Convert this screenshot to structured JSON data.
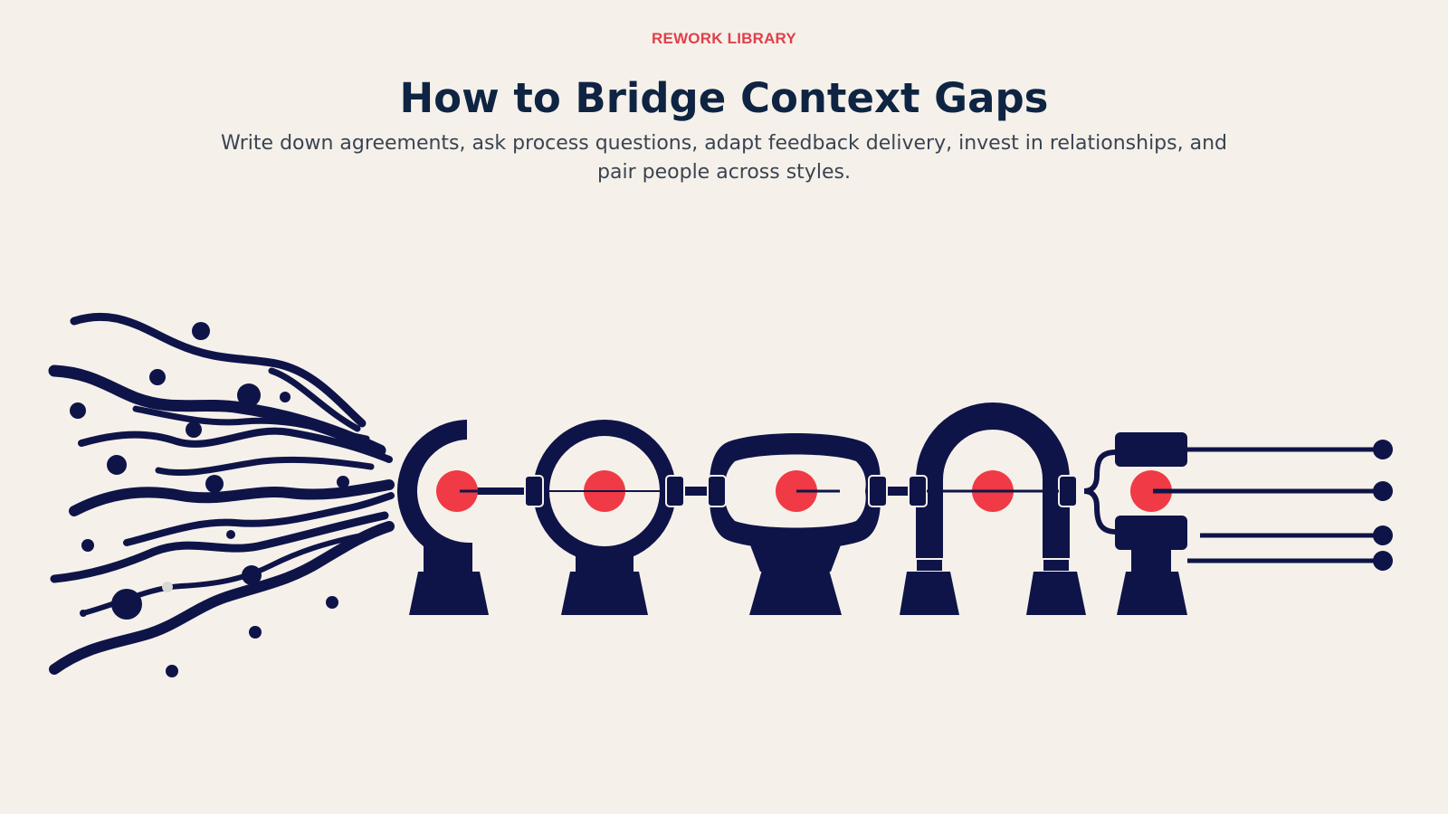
{
  "header": {
    "eyebrow": "REWORK LIBRARY",
    "title": "How to Bridge Context Gaps",
    "subtitle": "Write down agreements, ask process questions, adapt feedback delivery, invest in relationships, and pair people across styles."
  },
  "colors": {
    "background": "#F5F1EA",
    "navy": "#0F1448",
    "accent_red": "#F03A45",
    "title_navy": "#0E2442",
    "eyebrow_red": "#E0404A"
  },
  "illustration": {
    "stations": 5,
    "output_lines": 4
  }
}
